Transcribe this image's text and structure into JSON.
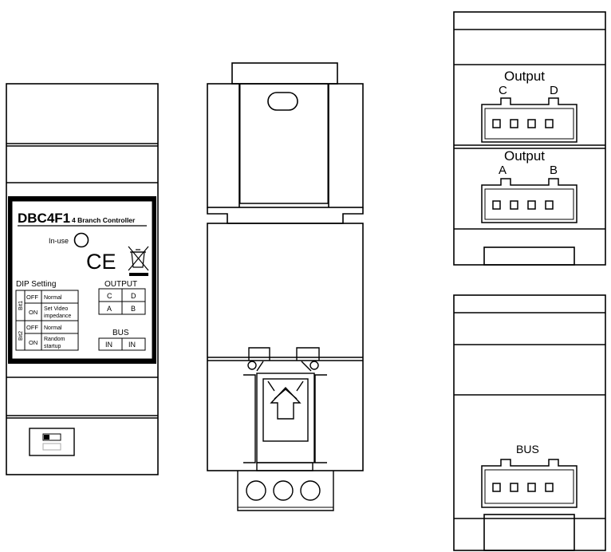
{
  "front_view": {
    "model": "DBC4F1",
    "description": "4 Branch Controller",
    "in_use_label": "In-use",
    "ce_mark": "CE",
    "weee_icon": "crossed-out-bin-icon",
    "dip_setting": {
      "title": "DIP Setting",
      "bits": [
        {
          "name": "Bit1",
          "rows": [
            {
              "state": "OFF",
              "desc_lines": [
                "Normal"
              ]
            },
            {
              "state": "ON",
              "desc_lines": [
                "Set Video",
                "impedance"
              ]
            }
          ]
        },
        {
          "name": "Bit2",
          "rows": [
            {
              "state": "OFF",
              "desc_lines": [
                "Normal"
              ]
            },
            {
              "state": "ON",
              "desc_lines": [
                "Random",
                "startup"
              ]
            }
          ]
        }
      ]
    },
    "output_table": {
      "title": "OUTPUT",
      "cells": [
        [
          "C",
          "D"
        ],
        [
          "A",
          "B"
        ]
      ]
    },
    "bus_table": {
      "title": "BUS",
      "cells": [
        "IN",
        "IN"
      ]
    }
  },
  "top_view": {
    "upper_connector": {
      "title": "Output",
      "left_pin": "C",
      "right_pin": "D"
    },
    "lower_connector": {
      "title": "Output",
      "left_pin": "A",
      "right_pin": "B"
    }
  },
  "bottom_view": {
    "connector_title": "BUS"
  }
}
